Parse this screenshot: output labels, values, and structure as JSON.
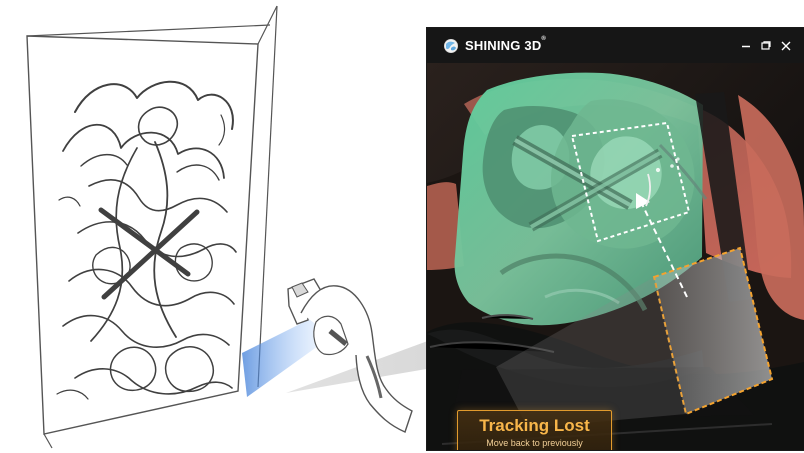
{
  "app": {
    "brand": "SHINING 3D",
    "brand_mark": "®"
  },
  "window_controls": {
    "minimize_icon": "minimize-icon",
    "restore_icon": "restore-icon",
    "close_icon": "close-icon"
  },
  "status_panel": {
    "title": "Tracking Lost",
    "message": "Move back to previously scanned area to continue",
    "accent_color": "#f8b64a"
  },
  "colors": {
    "window_bg": "#111111",
    "titlebar_bg": "#161616",
    "scan_green": "#63c39a",
    "scan_red": "#b85a4b",
    "highlight_orange": "#e29b2d"
  }
}
